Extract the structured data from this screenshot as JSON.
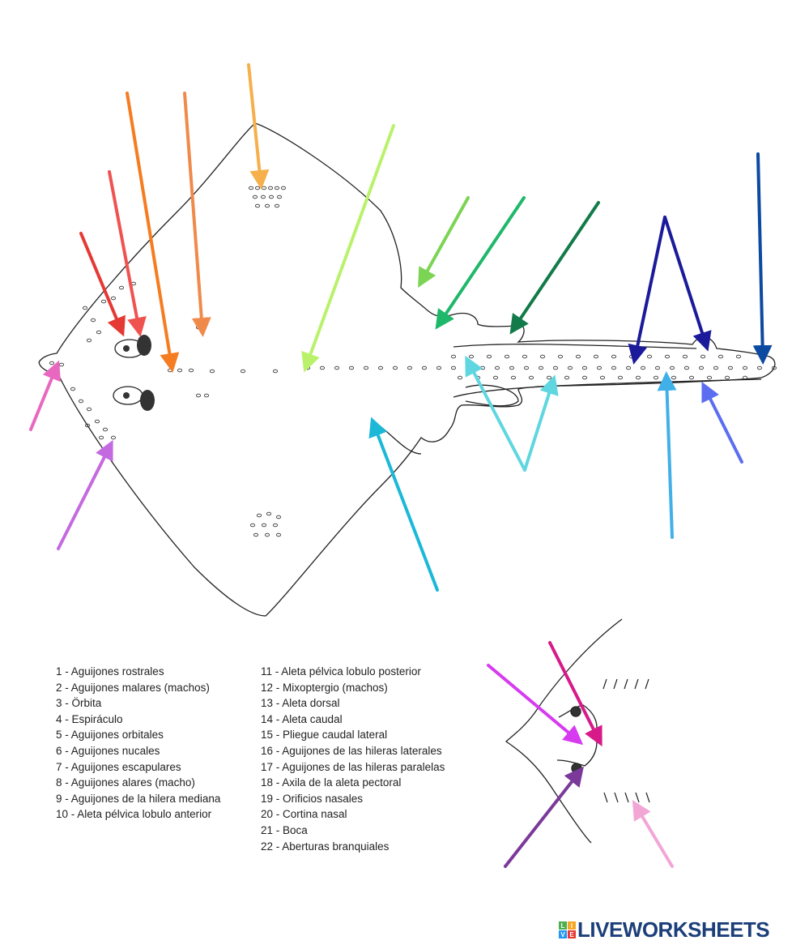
{
  "legend": {
    "left": [
      "1 - Aguijones rostrales",
      "2 - Aguijones malares (machos)",
      "3 - Örbita",
      "4 - Espiráculo",
      "5 - Aguijones orbitales",
      "6 - Aguijones nucales",
      "7 - Aguijones escapulares",
      "8 - Aguijones alares (macho)",
      "9 - Aguijones de la hilera mediana",
      "10 - Aleta pélvica lobulo anterior"
    ],
    "right": [
      "11 - Aleta pélvica lobulo posterior",
      "12 - Mixoptergio (machos)",
      "13 - Aleta dorsal",
      "14 - Aleta caudal",
      "15 - Pliegue caudal lateral",
      "16 - Aguijones de las hileras laterales",
      "17 - Aguijones de las hileras paralelas",
      "18 - Axila de la aleta pectoral",
      "19 - Orificios nasales",
      "20 - Cortina nasal",
      "21 - Boca",
      "22 - Aberturas branquiales"
    ]
  },
  "brand": {
    "tiles": [
      "L",
      "I",
      "V",
      "E"
    ],
    "tile_colors": [
      "#4caf50",
      "#f5a623",
      "#2196f3",
      "#e53935"
    ],
    "name": "LIVEWORKSHEETS",
    "color": "#1c3f7a"
  },
  "arrow_colors": {
    "rostral": "#e868c0",
    "malar": "#e53935",
    "orbit": "#ef5350",
    "spiracle": "#f57c20",
    "orbital": "#f08a4b",
    "nuchal": "#f5b04b",
    "median_row": "#b9f26a",
    "pelvic_anterior": "#7cd454",
    "pelvic_posterior": "#1fb86a",
    "clasper": "#137a4a",
    "dorsal_a": "#1a1a9a",
    "dorsal_b": "#1a1a9a",
    "caudal": "#0b4aa0",
    "lateral_fold": "#5b6ef0",
    "lateral_rows": "#42b0e8",
    "parallel_rows_a": "#5fd6e0",
    "parallel_rows_b": "#5fd6e0",
    "axil": "#1cb8d8",
    "alar": "#c46ae0",
    "nostrils": "#d63bf0",
    "nasal_curtain": "#d61a8a",
    "mouth": "#7b3a9a",
    "gills": "#f2a6d6"
  }
}
